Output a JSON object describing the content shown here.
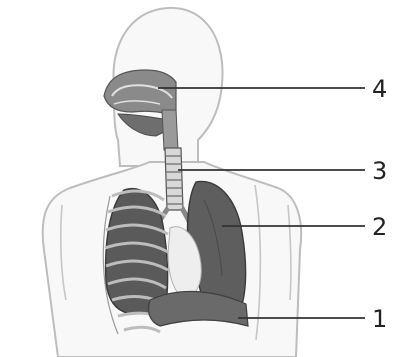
{
  "labels": [
    {
      "id": "4",
      "text": "4"
    },
    {
      "id": "3",
      "text": "3"
    },
    {
      "id": "2",
      "text": "2"
    },
    {
      "id": "1",
      "text": "1"
    }
  ],
  "colors": {
    "outline": "#b9b9b9",
    "skin": "#f7f7f7",
    "dark_organ": "#4d4d4d",
    "mid_organ": "#777777",
    "light_organ": "#d9d9d9",
    "leader": "#333333"
  }
}
